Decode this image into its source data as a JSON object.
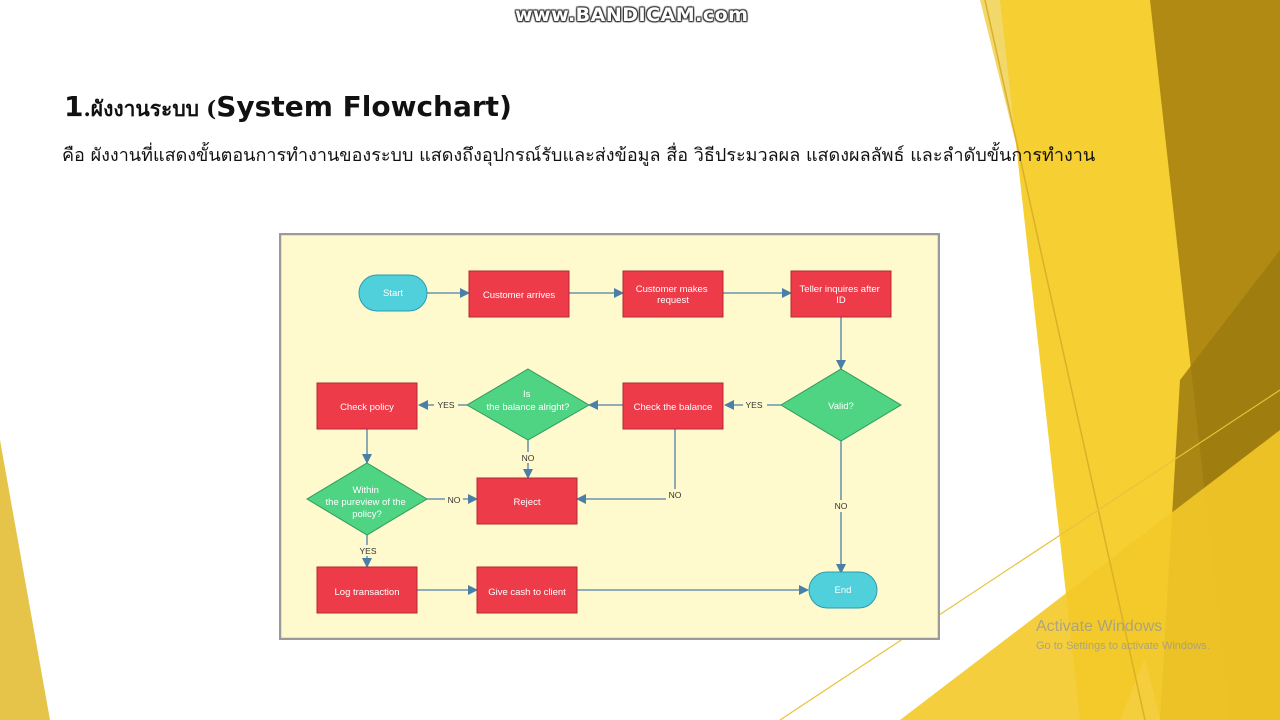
{
  "watermark": "www.BANDICAM.com",
  "slide": {
    "title_number": "1",
    "title_thai": ".ผังงานระบบ (",
    "title_english": "System Flowchart)",
    "description": "คือ ผังงานที่แสดงขั้นตอนการทำงานของระบบ แสดงถึงอุปกรณ์รับและส่งข้อมูล สื่อ วิธีประมวลผล แสดงผลลัพธ์ และลำดับขั้นการทำงาน"
  },
  "flowchart": {
    "background": "#fffacd",
    "colors": {
      "terminal": "#4fd0da",
      "process": "#ee3b4a",
      "decision": "#4ed483",
      "arrow": "#4a7fa8"
    },
    "nodes": {
      "start": "Start",
      "customer_arrives": "Customer arrives",
      "customer_makes_request": [
        "Customer makes",
        "request"
      ],
      "teller_inquires": [
        "Teller inquires after",
        "ID"
      ],
      "valid": "Valid?",
      "check_balance": "Check the balance",
      "balance_alright": [
        "Is",
        "the balance  alright?"
      ],
      "check_policy": "Check policy",
      "within_policy": [
        "Within",
        "the pureview  of the",
        "policy?"
      ],
      "reject": "Reject",
      "log_transaction": "Log transaction",
      "give_cash": "Give cash to client",
      "end": "End"
    },
    "edge_labels": {
      "valid_yes": "YES",
      "valid_no": "NO",
      "balance_yes": "YES",
      "balance_no": "NO",
      "check_balance_no": "NO",
      "policy_no": "NO",
      "policy_yes": "YES"
    }
  },
  "activate_windows": {
    "title": "Activate Windows",
    "subtitle": "Go to Settings to activate Windows."
  }
}
